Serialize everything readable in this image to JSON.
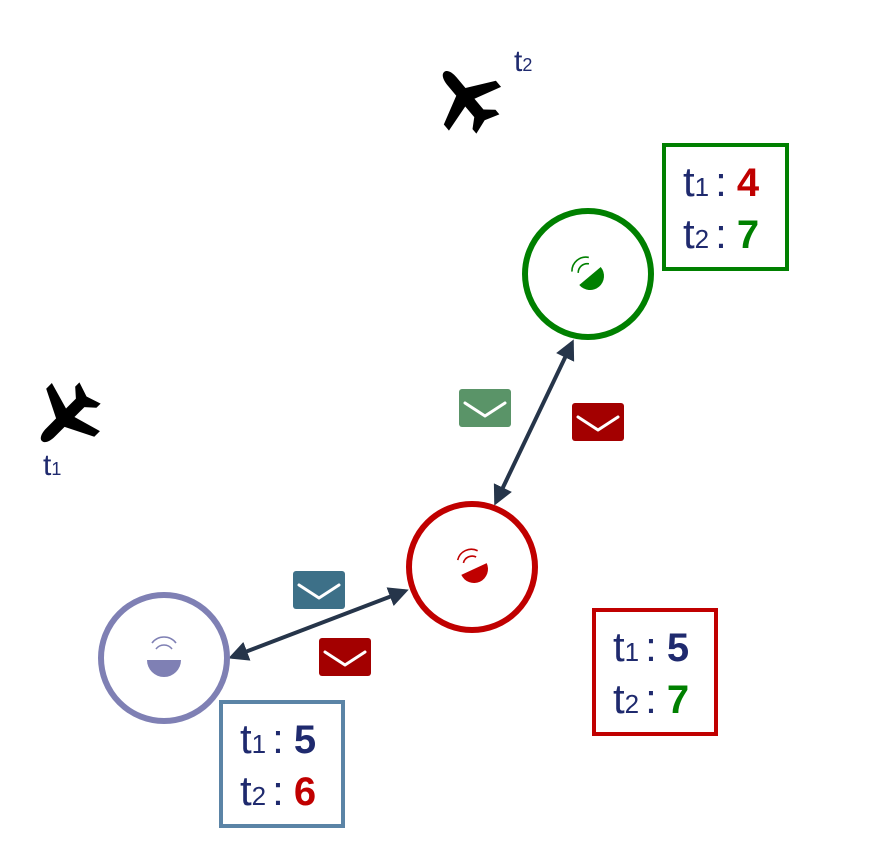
{
  "colors": {
    "text": "#1f2a6e",
    "green": "#008000",
    "red": "#c00000",
    "purple": "#7f80b4",
    "box_blue": "#5b84a6",
    "arrow": "#26354a",
    "env_green": "#5a9468",
    "env_teal": "#3d7088",
    "env_red": "#a30000",
    "plane": "#000000"
  },
  "planes": [
    {
      "label": "t",
      "sub": "1",
      "icon": "airplane-icon"
    },
    {
      "label": "t",
      "sub": "2",
      "icon": "airplane-icon"
    }
  ],
  "nodes": [
    {
      "name": "green",
      "icon": "radar-dish-icon"
    },
    {
      "name": "red",
      "icon": "radar-dish-icon"
    },
    {
      "name": "purple",
      "icon": "radar-dish-icon"
    }
  ],
  "boxes": {
    "green": {
      "rows": [
        {
          "t": "t",
          "sub": "1",
          "sep": ":",
          "value": "4"
        },
        {
          "t": "t",
          "sub": "2",
          "sep": ":",
          "value": "7"
        }
      ]
    },
    "red": {
      "rows": [
        {
          "t": "t",
          "sub": "1",
          "sep": ":",
          "value": "5"
        },
        {
          "t": "t",
          "sub": "2",
          "sep": ":",
          "value": "7"
        }
      ]
    },
    "blue": {
      "rows": [
        {
          "t": "t",
          "sub": "1",
          "sep": ":",
          "value": "5"
        },
        {
          "t": "t",
          "sub": "2",
          "sep": ":",
          "value": "6"
        }
      ]
    }
  },
  "messages": [
    "envelope-icon",
    "envelope-icon",
    "envelope-icon",
    "envelope-icon"
  ]
}
